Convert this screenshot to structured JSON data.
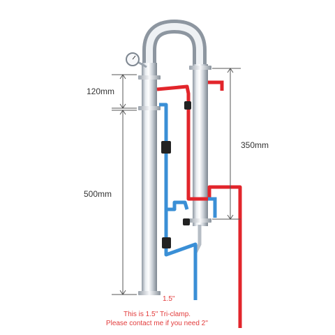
{
  "dimensions": {
    "top_section": "120mm",
    "main_column": "500mm",
    "condenser": "350mm"
  },
  "clamp_size_label": "1.5''",
  "note": {
    "line1": "This is 1.5'' Tri-clamp.",
    "line2": "Please contact me if you need 2''"
  },
  "colors": {
    "steel_light": "#f4f6f8",
    "steel_dark": "#9aa3ad",
    "hot_hose": "#e2252b",
    "cold_hose": "#3a8fd6",
    "dimension_line": "#555555",
    "note_text": "#e23a3a"
  }
}
